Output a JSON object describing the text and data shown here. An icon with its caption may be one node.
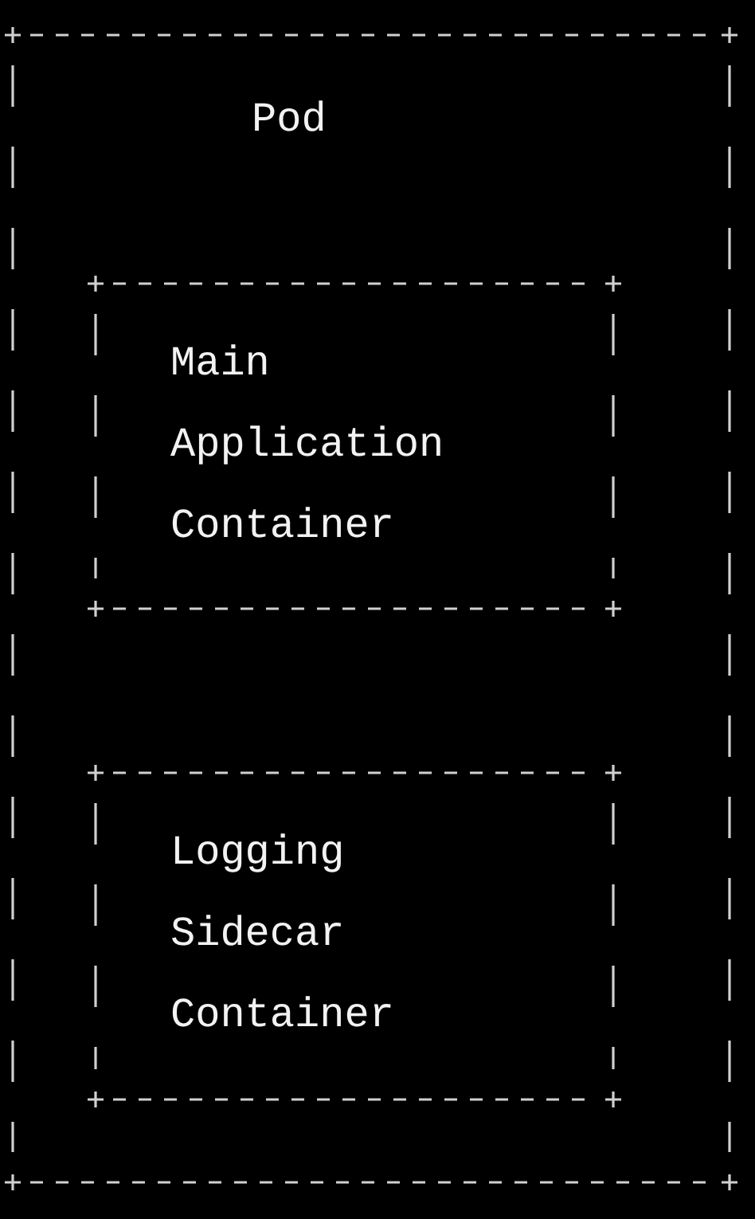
{
  "diagram": {
    "nodes": [
      {
        "text": [
          "Pod"
        ]
      },
      {
        "text": [
          "Main Application Container"
        ],
        "in": 0
      },
      {
        "text": [
          "Logging Sidecar Container"
        ],
        "in": 0
      }
    ]
  }
}
